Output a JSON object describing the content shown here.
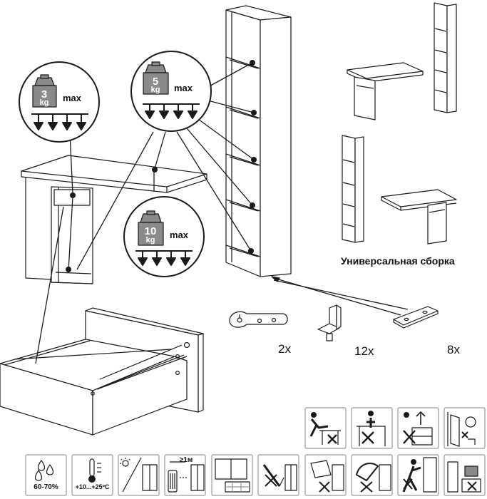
{
  "caption": {
    "universal_assembly": "Универсальная сборка"
  },
  "hardware": [
    {
      "id": "bracket",
      "qty": "2x"
    },
    {
      "id": "corner-block",
      "qty": "12x"
    },
    {
      "id": "plate",
      "qty": "8x"
    }
  ],
  "load_limits": {
    "drawer": {
      "value": "3",
      "unit": "kg",
      "max": "max"
    },
    "shelf": {
      "value": "5",
      "unit": "kg",
      "max": "max"
    },
    "desk_shelf": {
      "value": "10",
      "unit": "kg",
      "max": "max"
    }
  },
  "care_icons": {
    "humidity": "60-70%",
    "temperature": "+10...+25ºC",
    "distance": "≥1м"
  },
  "icons": [
    "no-standing-on-desk-icon",
    "no-sitting-on-drawer-icon",
    "no-stacking-icon",
    "wall-anchor-icon",
    "humidity-icon",
    "temperature-icon",
    "sunlight-icon",
    "heater-distance-icon",
    "window-icon",
    "no-sharp-tools-icon",
    "no-tilting-icon",
    "no-spills-icon",
    "no-climbing-icon",
    "no-heavy-load-icon"
  ],
  "colors": {
    "line": "#1a1a1a",
    "weight_fill": "#8a8a8a",
    "icon_border": "#9a9a9a"
  }
}
